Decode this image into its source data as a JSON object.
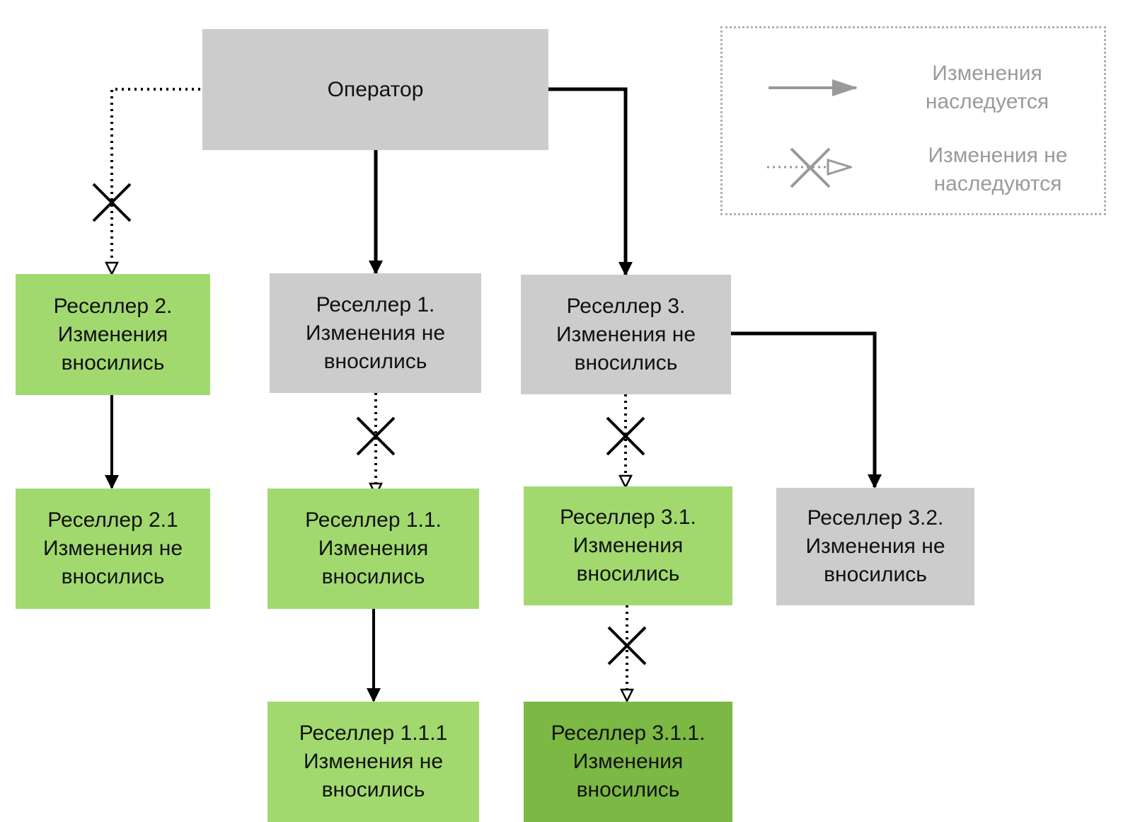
{
  "nodes": {
    "operator": "Оператор",
    "reseller1": "Реселлер 1.\nИзменения не\nвносились",
    "reseller2": "Реселлер 2.\nИзменения\nвносились",
    "reseller3": "Реселлер 3.\nИзменения не\nвносились",
    "reseller2_1": "Реселлер 2.1\nИзменения не\nвносились",
    "reseller1_1": "Реселлер 1.1.\nИзменения\nвносились",
    "reseller3_1": "Реселлер 3.1.\nИзменения\nвносились",
    "reseller3_2": "Реселлер 3.2.\nИзменения не\nвносились",
    "reseller1_1_1": "Реселлер 1.1.1\nИзменения не\nвносились",
    "reseller3_1_1": "Реселлер 3.1.1.\nИзменения\nвносились"
  },
  "legend": {
    "inherited": "Изменения\nнаследуется",
    "not_inherited": "Изменения не\nнаследуются"
  },
  "colors": {
    "gray": "#cccccc",
    "green": "#a2d96f",
    "dark_green": "#7cb844",
    "line": "#000000",
    "legend": "#9a9a9a"
  }
}
